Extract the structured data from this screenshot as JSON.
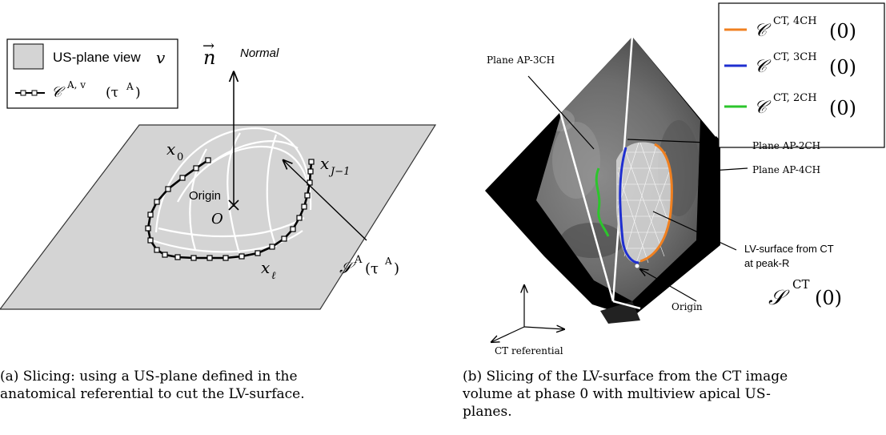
{
  "panel_a": {
    "legend": {
      "plane_label": "US-plane view",
      "plane_var": "v",
      "contour_label": "𝒞",
      "contour_sup": "A, v",
      "contour_arg": "(τ",
      "contour_arg_sup": "A",
      "contour_arg_close": ")"
    },
    "normal_symbol": "n",
    "normal_label": "Normal",
    "x0": "x",
    "x0_sub": "0",
    "xj": "x",
    "xj_sub": "J−1",
    "xl": "x",
    "xl_sub": "ℓ",
    "origin_label": "Origin",
    "origin_symbol": "O",
    "surface_label": "𝒮",
    "surface_sup": "A",
    "surface_arg": "(τ",
    "surface_arg_sup": "A",
    "surface_arg_close": ")"
  },
  "panel_b": {
    "legend": [
      {
        "symbol": "𝒞",
        "sup": "CT, 4CH",
        "arg": "(0)",
        "color": "#f08020"
      },
      {
        "symbol": "𝒞",
        "sup": "CT, 3CH",
        "arg": "(0)",
        "color": "#1f2fd0"
      },
      {
        "symbol": "𝒞",
        "sup": "CT, 2CH",
        "arg": "(0)",
        "color": "#2cc52c"
      }
    ],
    "plane_3ch": "Plane AP-3CH",
    "plane_2ch": "Plane AP-2CH",
    "plane_4ch": "Plane AP-4CH",
    "lv_surface_line1": "LV-surface from CT",
    "lv_surface_line2": "at peak-R",
    "surface_symbol": "𝒮",
    "surface_sup": "CT",
    "surface_arg": "(0)",
    "origin": "Origin",
    "referential": "CT referential"
  },
  "captions": {
    "a_line1": "(a) Slicing:  using a US-plane defined in the",
    "a_line2": "anatomical referential to cut the LV-surface.",
    "b_line1": "(b) Slicing of the LV-surface from the CT image",
    "b_line2": "volume at phase 0 with multiview apical US-",
    "b_line3": "planes."
  }
}
